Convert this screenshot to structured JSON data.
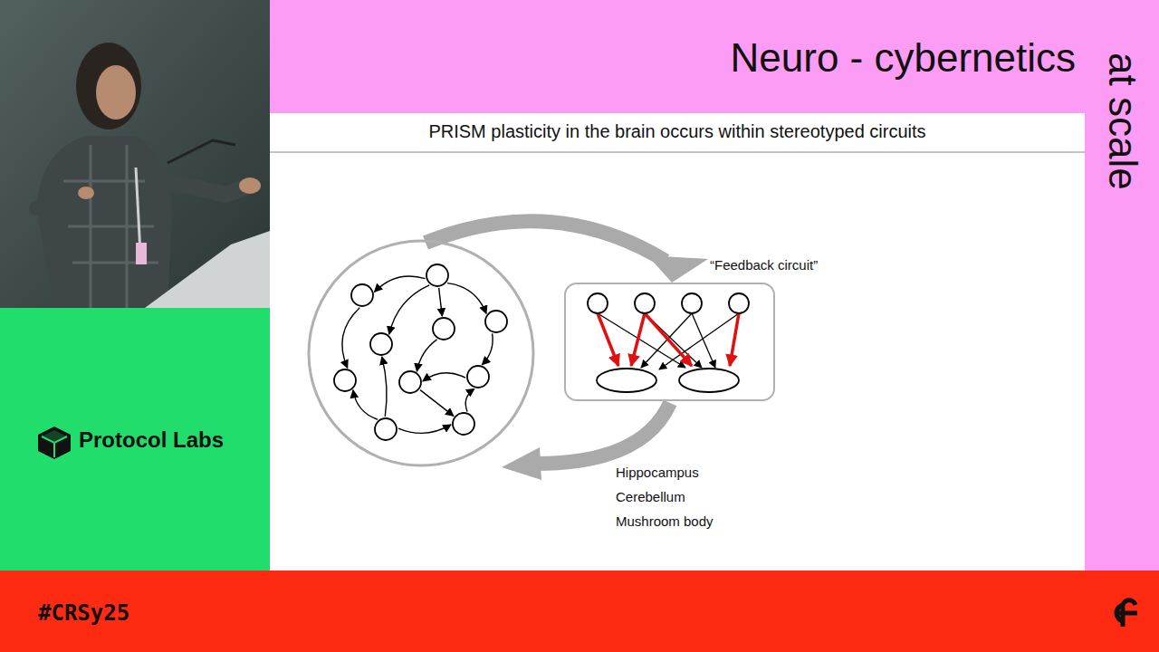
{
  "diagram": {
    "title": "PRISM plasticity in the brain occurs within stereotyped circuits",
    "nodes": [
      {
        "text": [
          "“Feedback circuit”"
        ]
      }
    ],
    "labels": [
      "Neuro - cybernetics",
      "at scale",
      "Protocol Labs",
      "#CRSy25",
      "Hippocampus",
      "Cerebellum",
      "Mushroom body"
    ]
  }
}
